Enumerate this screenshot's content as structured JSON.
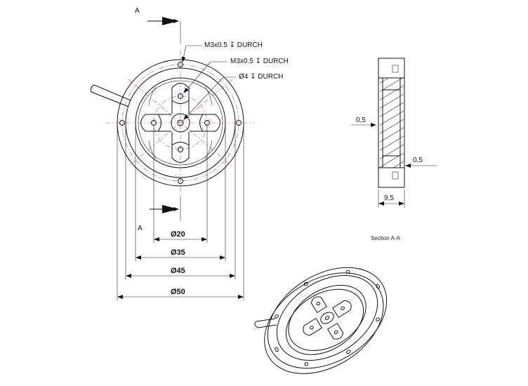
{
  "view_labels": {
    "section_marker_top": "A",
    "section_marker_bottom": "A"
  },
  "callouts": [
    {
      "id": "thread-outer",
      "text": "M3x0.5 ↧ DURCH"
    },
    {
      "id": "thread-inner",
      "text": "M3x0.5 ↧ DURCH"
    },
    {
      "id": "hole-center",
      "text": "Ø4 ↧ DURCH"
    }
  ],
  "diameters": [
    "Ø20",
    "Ø35",
    "Ø45",
    "Ø50"
  ],
  "section_dims": {
    "left_offset": "0,5",
    "right_offset": "0,5",
    "thickness": "9,5"
  },
  "section_title": "Section A-A",
  "colors": {
    "lines": "#111111",
    "centerlines": "#b04aa8"
  },
  "icons": [
    "section-arrow-icon",
    "cable-icon"
  ]
}
